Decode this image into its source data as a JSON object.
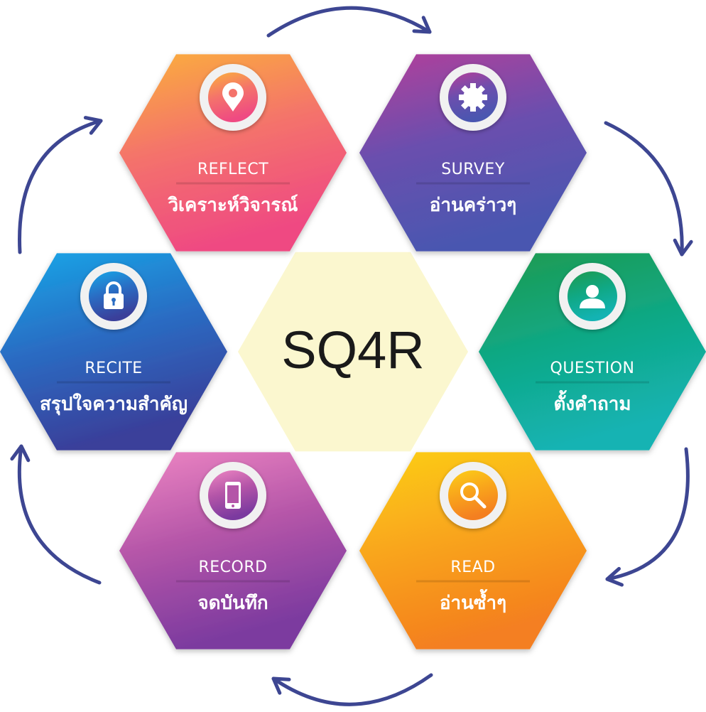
{
  "center": {
    "title": "SQ4R",
    "color": "#fbf7cf"
  },
  "arrow_color": "#3d4692",
  "steps": [
    {
      "key": "survey",
      "label": "SURVEY",
      "sub": "อ่านคร่าวๆ",
      "icon": "gear-icon",
      "colors": [
        "#b43f9a",
        "#6a4fae",
        "#4a56b0"
      ]
    },
    {
      "key": "question",
      "label": "QUESTION",
      "sub": "ตั้งคำถาม",
      "icon": "user-icon",
      "colors": [
        "#1e9a4f",
        "#10a884",
        "#13b3b3"
      ]
    },
    {
      "key": "read",
      "label": "READ",
      "sub": "อ่านซ้ำๆ",
      "icon": "search-icon",
      "colors": [
        "#fccf18",
        "#f9a51b",
        "#f47f20"
      ]
    },
    {
      "key": "record",
      "label": "RECORD",
      "sub": "จดบันทึก",
      "icon": "mobile-phone-icon",
      "colors": [
        "#ee86c3",
        "#b455a8",
        "#7b3a9f"
      ]
    },
    {
      "key": "recite",
      "label": "RECITE",
      "sub": "สรุปใจความสำคัญ",
      "icon": "lock-icon",
      "colors": [
        "#17a7e8",
        "#2a6cc3",
        "#3a3f9a"
      ]
    },
    {
      "key": "reflect",
      "label": "REFLECT",
      "sub": "วิเคราะห์วิจารณ์",
      "icon": "location-pin-icon",
      "colors": [
        "#fbb03b",
        "#f4736b",
        "#ef4a82"
      ]
    }
  ]
}
